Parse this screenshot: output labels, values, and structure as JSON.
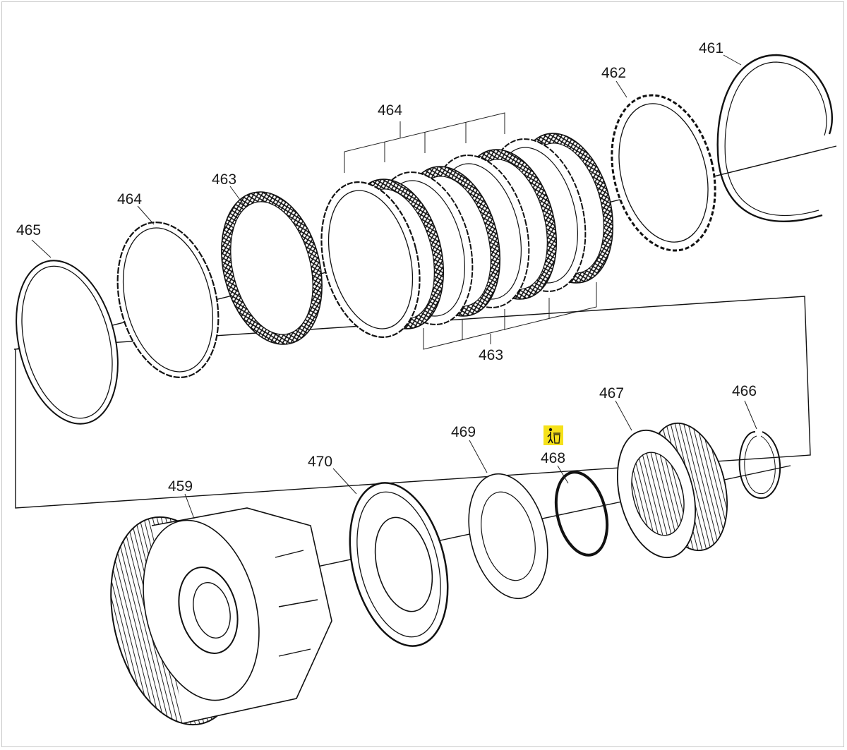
{
  "labels": {
    "p459": "459",
    "p461": "461",
    "p462": "462",
    "p463_top": "463",
    "p463_bottom": "463",
    "p464_top": "464",
    "p464_left": "464",
    "p465": "465",
    "p466": "466",
    "p467": "467",
    "p468": "468",
    "p469": "469",
    "p470": "470"
  },
  "colors": {
    "line": "#111111",
    "dispose_badge": "#f5e11a"
  },
  "icons": {
    "dispose": "dispose-trash-icon"
  }
}
